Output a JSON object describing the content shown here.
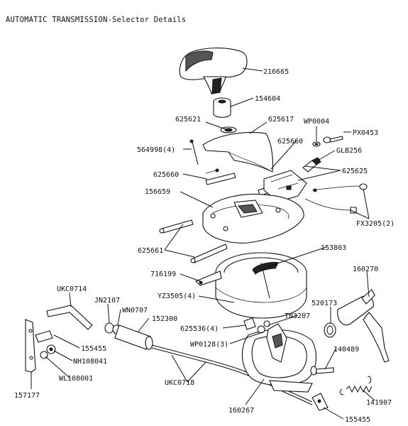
{
  "title": "AUTOMATIC TRANSMISSION-Selector Details",
  "labels": {
    "p216665": "216665",
    "p154604": "154604",
    "p625621": "625621",
    "p625617": "625617",
    "wp0004": "WP0004",
    "px0453": "PX0453",
    "p564998": "564998(4)",
    "p625660a": "625660",
    "glb256": "GLB256",
    "p625660b": "625660",
    "p625625": "625625",
    "p156659": "156659",
    "fx3205": "FX3205(2)",
    "p625661": "625661",
    "p153803": "153803",
    "p716199": "716199",
    "p160270": "160270",
    "ukc0714": "UKC0714",
    "yz3505": "YZ3505(4)",
    "jn2107": "JN2107",
    "wn0707": "WN0707",
    "p152300": "152300",
    "p520173": "520173",
    "tn3207": "TN3207",
    "p625536": "625536(4)",
    "p155455a": "155455",
    "wp0128": "WP0128(3)",
    "p140489": "140489",
    "nh108041": "NH108041",
    "wl108001": "WL108001",
    "ukc0718": "UKC0718",
    "p157177": "157177",
    "p160267": "160267",
    "p141907": "141907",
    "p155455b": "155455"
  }
}
